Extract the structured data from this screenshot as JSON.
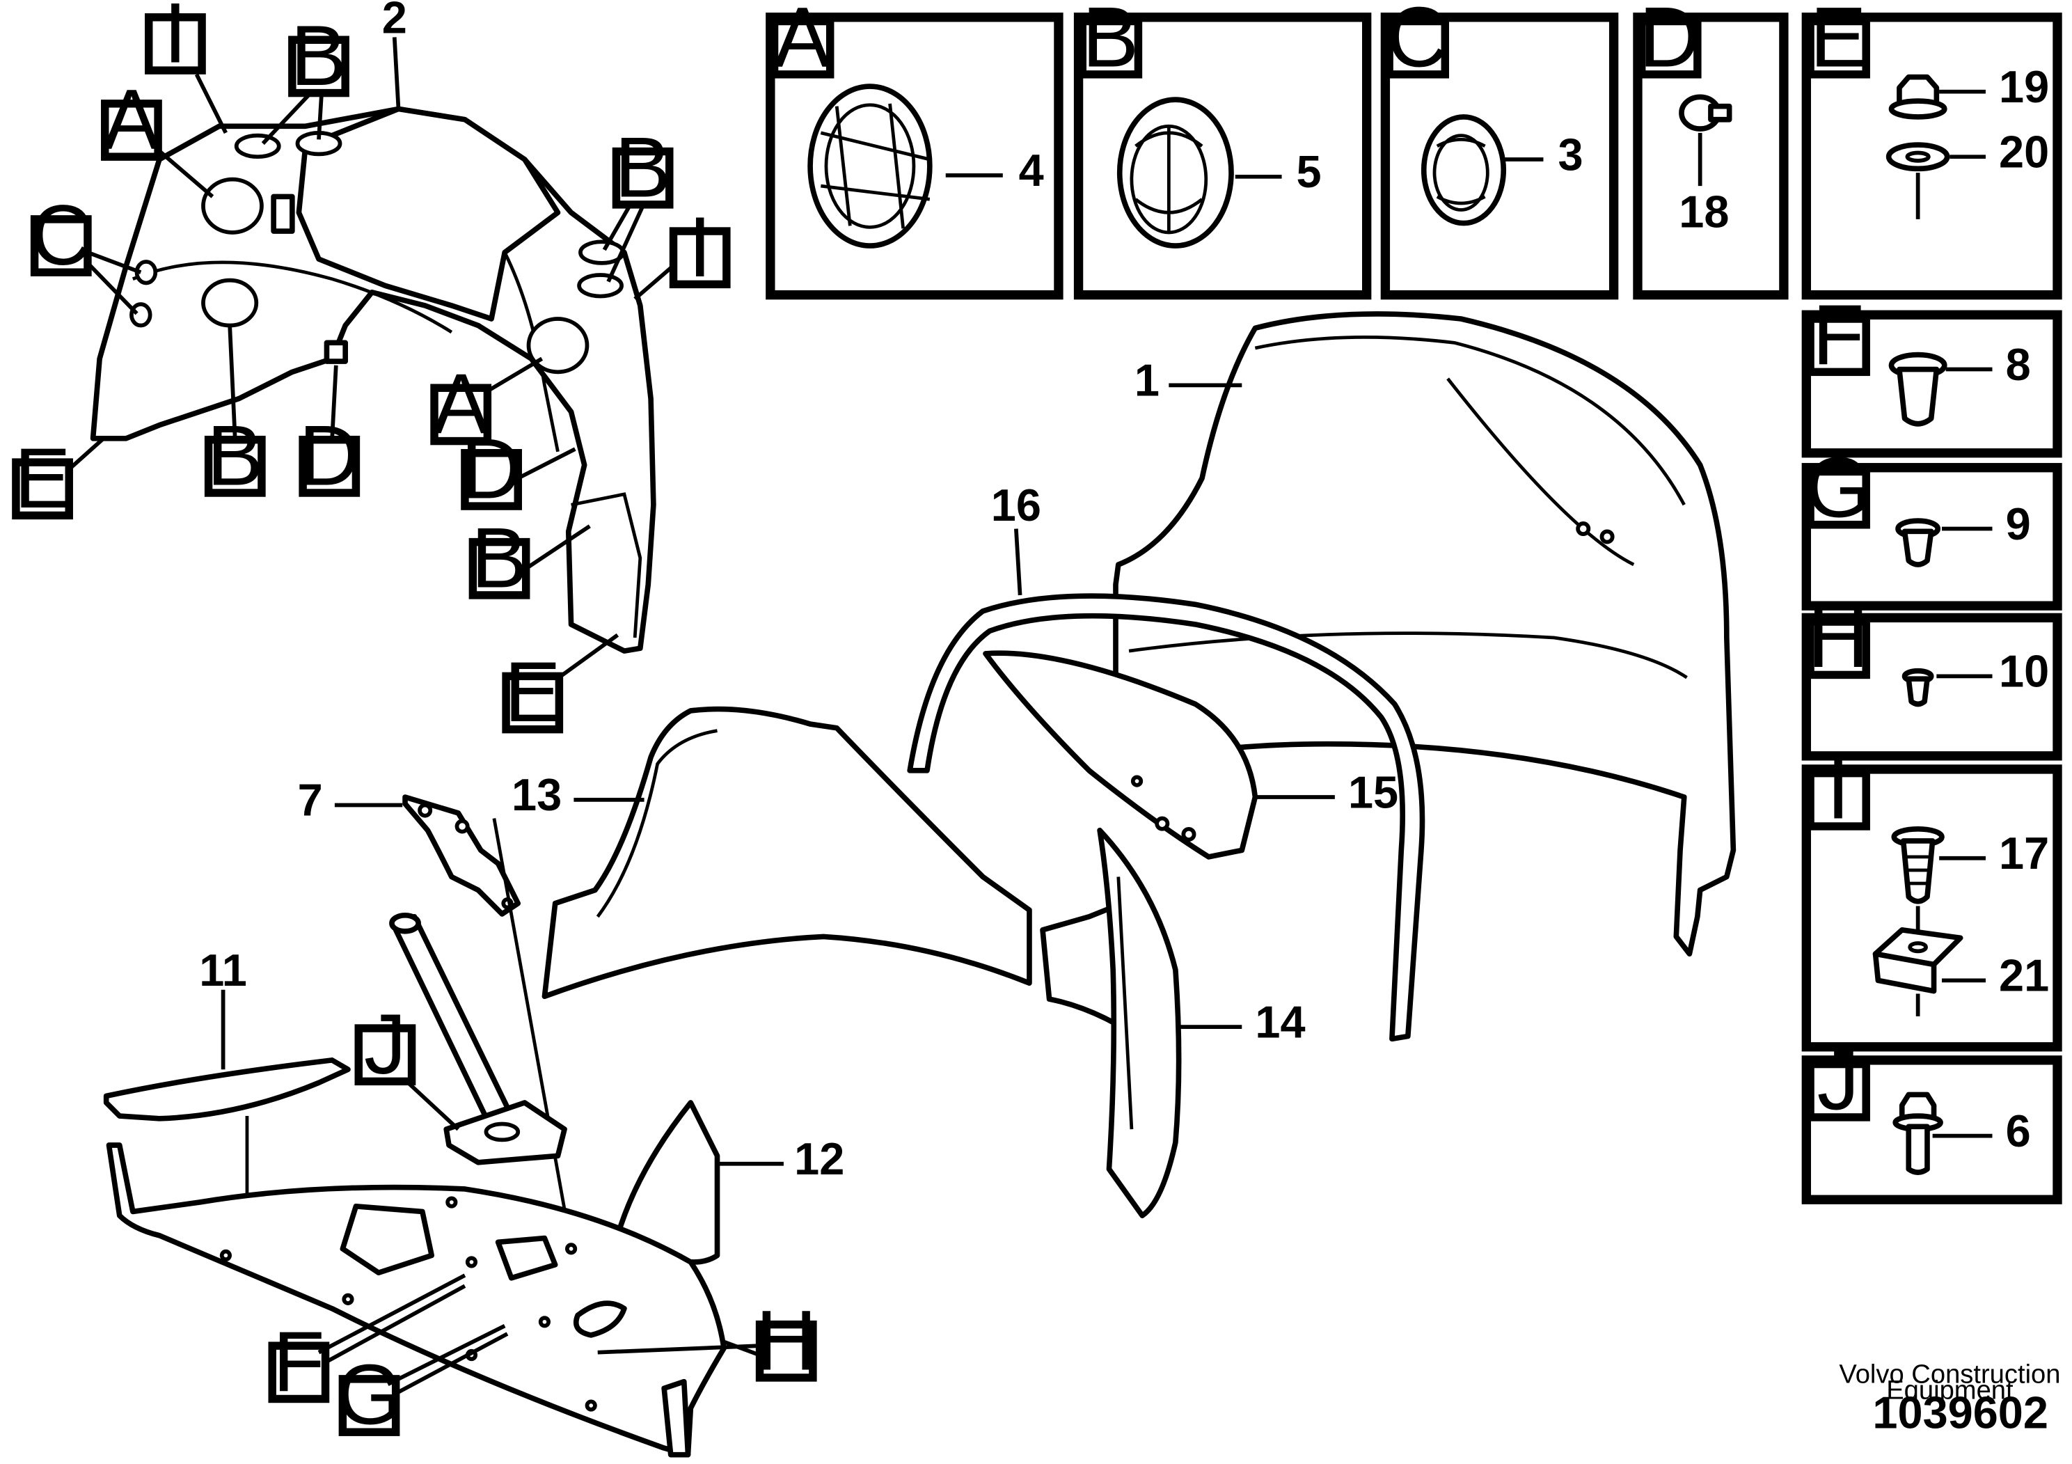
{
  "part_numbers": {
    "p1": "1",
    "p2": "2",
    "p3": "3",
    "p4": "4",
    "p5": "5",
    "p6": "6",
    "p7": "7",
    "p8": "8",
    "p9": "9",
    "p10": "10",
    "p11": "11",
    "p12": "12",
    "p13": "13",
    "p14": "14",
    "p15": "15",
    "p16": "16",
    "p17": "17",
    "p18": "18",
    "p19": "19",
    "p20": "20",
    "p21": "21"
  },
  "letters": {
    "A": "A",
    "B": "B",
    "C": "C",
    "D": "D",
    "E": "E",
    "F": "F",
    "G": "G",
    "H": "H",
    "I": "I",
    "J": "J"
  },
  "footer": {
    "company_line1": "Volvo Construction",
    "company_line2": "Equipment",
    "drawing_number": "1039602"
  }
}
